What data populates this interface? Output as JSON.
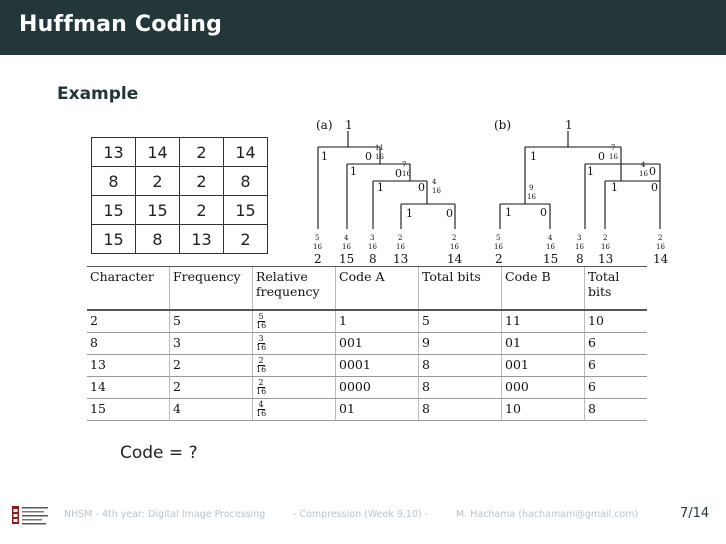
{
  "header": {
    "title": "Huffman Coding"
  },
  "subheading": "Example",
  "grid": [
    [
      "13",
      "14",
      "2",
      "14"
    ],
    [
      "8",
      "2",
      "2",
      "8"
    ],
    [
      "15",
      "15",
      "2",
      "15"
    ],
    [
      "15",
      "8",
      "13",
      "2"
    ]
  ],
  "trees": {
    "a": {
      "label": "(a)",
      "root": "1",
      "bits": [
        "1",
        "0",
        "1",
        "0",
        "1",
        "0",
        "1",
        "0"
      ],
      "fracs": [
        [
          "11",
          "16"
        ],
        [
          "7",
          "16"
        ],
        [
          "4",
          "16"
        ]
      ],
      "leaf_fracs": [
        [
          "5",
          "16"
        ],
        [
          "4",
          "16"
        ],
        [
          "3",
          "16"
        ],
        [
          "2",
          "16"
        ],
        [
          "2",
          "16"
        ]
      ],
      "leaf_values": [
        "2",
        "15",
        "8",
        "13",
        "14"
      ]
    },
    "b": {
      "label": "(b)",
      "root": "1",
      "bits": [
        "1",
        "0",
        "1",
        "0",
        "1",
        "0",
        "1",
        "0"
      ],
      "fracs": [
        [
          "7",
          "16"
        ],
        [
          "4",
          "16"
        ],
        [
          "9",
          "16"
        ]
      ],
      "leaf_fracs": [
        [
          "5",
          "16"
        ],
        [
          "4",
          "16"
        ],
        [
          "3",
          "16"
        ],
        [
          "2",
          "16"
        ],
        [
          "2",
          "16"
        ]
      ],
      "leaf_values": [
        "2",
        "15",
        "8",
        "13",
        "14"
      ]
    }
  },
  "table": {
    "headers": [
      "Character",
      "Frequency",
      "Relative frequency",
      "Code A",
      "Total bits",
      "Code B",
      "Total bits"
    ],
    "rows": [
      {
        "char": "2",
        "freq": "5",
        "rel_num": "5",
        "rel_den": "16",
        "codeA": "1",
        "bitsA": "5",
        "codeB": "11",
        "bitsB": "10"
      },
      {
        "char": "8",
        "freq": "3",
        "rel_num": "3",
        "rel_den": "16",
        "codeA": "001",
        "bitsA": "9",
        "codeB": "01",
        "bitsB": "6"
      },
      {
        "char": "13",
        "freq": "2",
        "rel_num": "2",
        "rel_den": "16",
        "codeA": "0001",
        "bitsA": "8",
        "codeB": "001",
        "bitsB": "6"
      },
      {
        "char": "14",
        "freq": "2",
        "rel_num": "2",
        "rel_den": "16",
        "codeA": "0000",
        "bitsA": "8",
        "codeB": "000",
        "bitsB": "6"
      },
      {
        "char": "15",
        "freq": "4",
        "rel_num": "4",
        "rel_den": "16",
        "codeA": "01",
        "bitsA": "8",
        "codeB": "10",
        "bitsB": "8"
      }
    ]
  },
  "question": "Code = ?",
  "footer": {
    "course": "NHSM - 4th year: Digital Image Processing",
    "section": "- Compression (Week 9,10) -",
    "author": "M. Hachama (hachamam@gmail.com)",
    "page": "7/14",
    "logo_icon": "school-logo-icon"
  }
}
